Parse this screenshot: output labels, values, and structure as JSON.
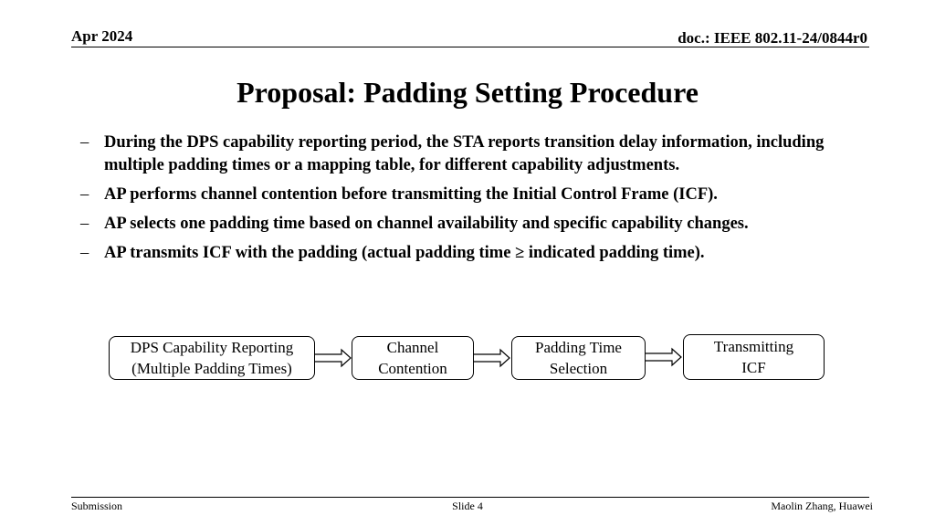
{
  "header": {
    "date": "Apr 2024",
    "doc_id": "doc.: IEEE 802.11-24/0844r0"
  },
  "title": "Proposal: Padding Setting Procedure",
  "bullet_marker": "–",
  "bullets": [
    "During the DPS capability reporting period,  the STA reports transition delay information, including multiple padding times or a mapping table, for different capability adjustments.",
    "AP performs channel contention before transmitting the Initial Control Frame (ICF).",
    "AP selects one padding time based on channel availability and specific capability changes.",
    "AP transmits ICF with the padding (actual padding time ≥ indicated padding time)."
  ],
  "flow": {
    "steps": [
      {
        "line1": "DPS Capability Reporting",
        "line2": "(Multiple Padding Times)"
      },
      {
        "line1": "Channel",
        "line2": "Contention"
      },
      {
        "line1": "Padding Time",
        "line2": "Selection"
      },
      {
        "line1": "Transmitting",
        "line2": "ICF"
      }
    ]
  },
  "footer": {
    "left": "Submission",
    "center": "Slide 4",
    "right": "Maolin Zhang, Huawei"
  }
}
